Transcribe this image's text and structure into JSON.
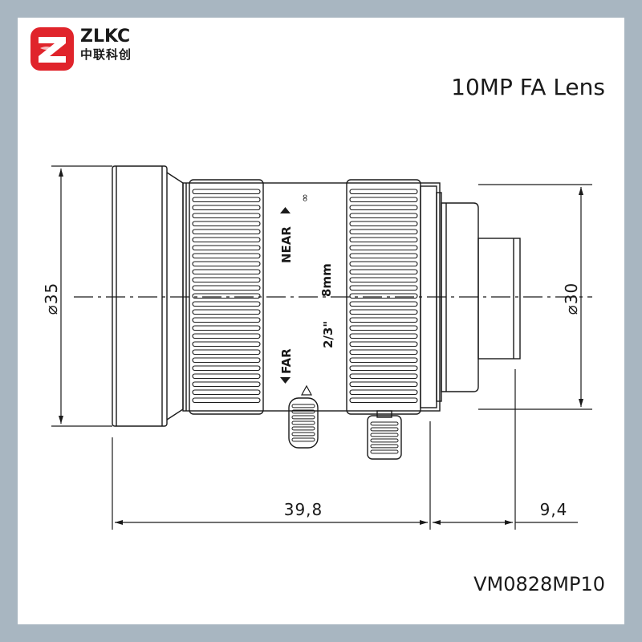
{
  "brand": {
    "name": "ZLKC",
    "name_cn": "中联科创"
  },
  "title": "10MP FA Lens",
  "model": "VM0828MP10",
  "lens_markings": {
    "near": "NEAR",
    "far": "FAR",
    "focal": "8mm",
    "format": "2/3\"",
    "infinity_symbol": "∞"
  },
  "dimensions": {
    "front_diameter": "⌀35",
    "rear_diameter": "⌀30",
    "body_length": "39,8",
    "back_length": "9,4"
  },
  "colors": {
    "logo_red": "#e0242b",
    "line": "#1a1a1a",
    "border": "#a8b6c1"
  }
}
